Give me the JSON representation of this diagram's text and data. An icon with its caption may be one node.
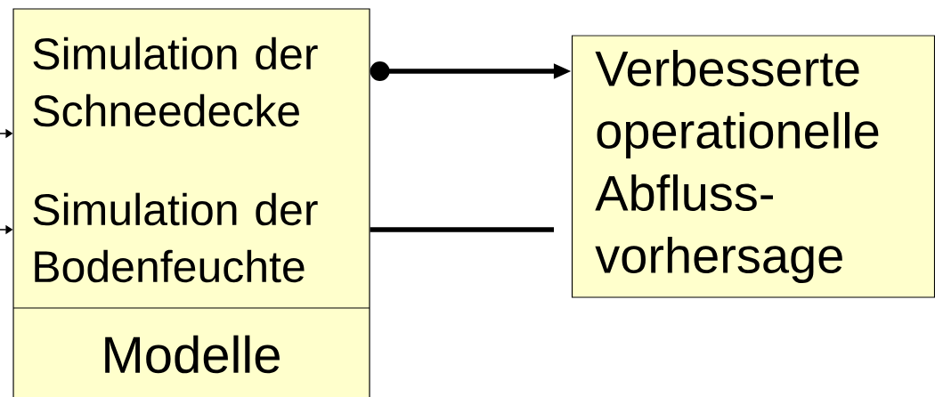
{
  "diagram": {
    "nodes": [
      {
        "text": [
          "Simulation der Schneedecke",
          "Simulation der Bodenfeuchte",
          "Modelle"
        ]
      },
      {
        "text": [
          "Verbesserte operationelle Abfluss- vorhersage"
        ]
      }
    ],
    "edges": [
      {
        "from": 0,
        "to": 1,
        "arrow": "to",
        "style": "thick"
      },
      {
        "from": 0,
        "to": null,
        "arrow": "none",
        "style": "thick"
      },
      {
        "from": null,
        "to": 0,
        "arrow": "to"
      },
      {
        "from": null,
        "to": 0,
        "arrow": "to"
      }
    ]
  }
}
